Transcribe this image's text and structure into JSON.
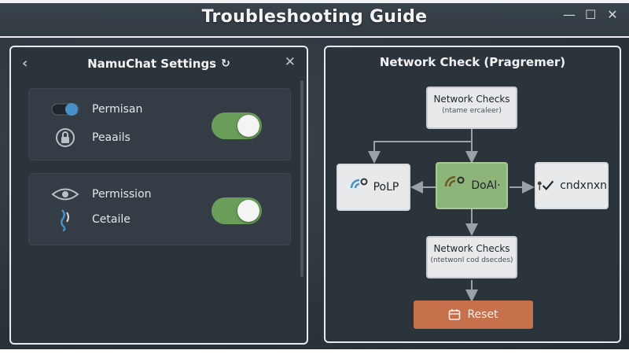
{
  "window": {
    "title": "Troubleshooting Guide",
    "controls": {
      "minimize": "—",
      "maximize": "☐",
      "close": "✕"
    }
  },
  "settings_panel": {
    "title": "NamuChat Settings",
    "back": "‹",
    "close": "✕",
    "refresh": "↻",
    "cards": [
      {
        "rows": [
          {
            "label": "Permisan",
            "icon": "toggle-switch-icon"
          },
          {
            "label": "Peaails",
            "icon": "lock-icon"
          }
        ],
        "toggle_on": true
      },
      {
        "rows": [
          {
            "label": "Permission",
            "icon": "eye-icon"
          },
          {
            "label": "Cetaile",
            "icon": "hand-icon"
          }
        ],
        "toggle_on": true
      }
    ]
  },
  "network_panel": {
    "title": "Network Check (Pragremer)",
    "top_box": {
      "line1": "Network Checks",
      "line2": "(ntame ercaleer)"
    },
    "left_node": {
      "label": "PoLP",
      "icon": "wifi-icon"
    },
    "center_node": {
      "label": "DoAl·",
      "icon": "wifi-icon"
    },
    "right_node": {
      "label": "cndxnxn",
      "icon": "checkmark-icon"
    },
    "bottom_box": {
      "line1": "Network Checks",
      "line2": "(ntetwonl cod dsecdes)"
    },
    "reset_label": "Reset"
  },
  "colors": {
    "toggle_on": "#6a9d59",
    "center_node": "#8db57a",
    "reset_button": "#c7704c",
    "accent_blue": "#4a90c8"
  }
}
